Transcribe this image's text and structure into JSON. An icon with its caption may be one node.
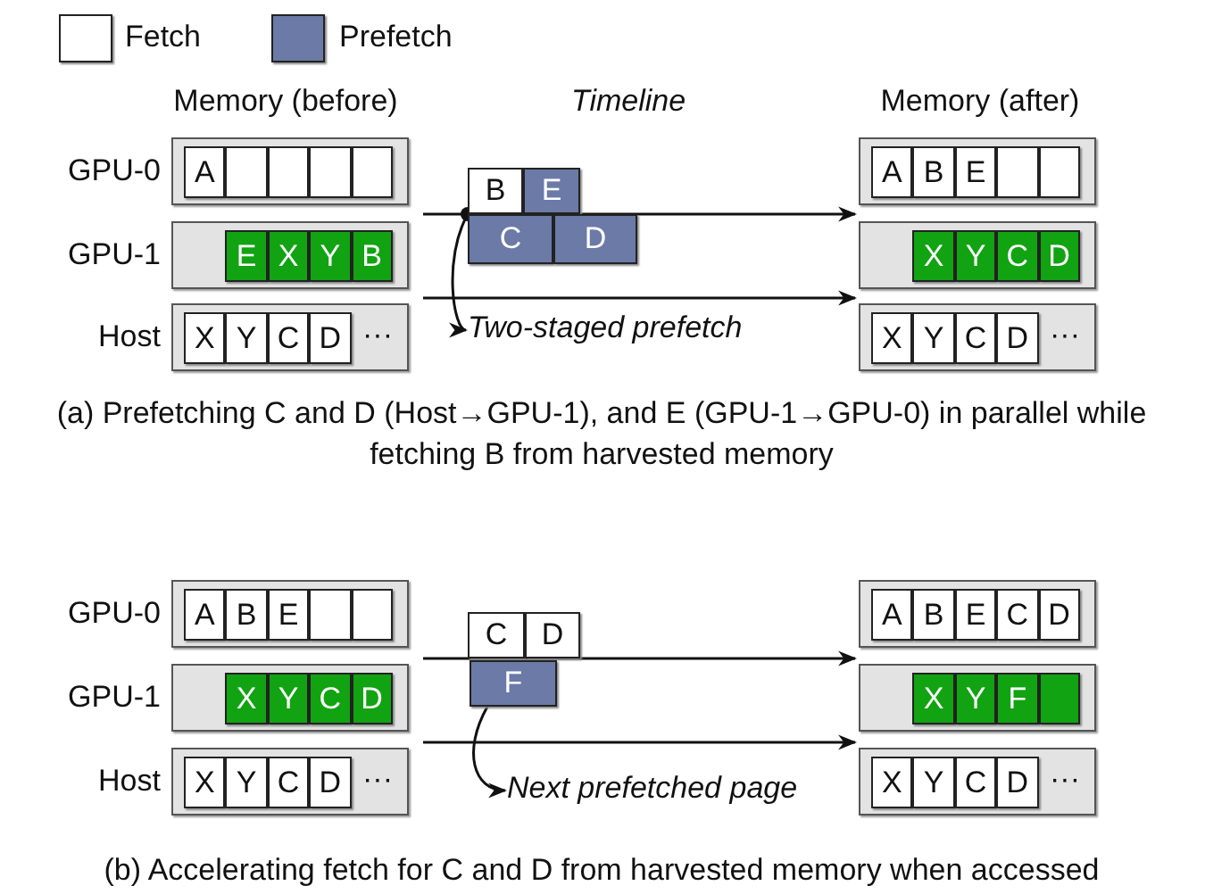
{
  "diagram": {
    "nodes": [
      {
        "text": [],
        "shape": "box",
        "beside": [
          "GPU-0"
        ]
      },
      {
        "text": [
          "A"
        ],
        "in": 0
      },
      {
        "text": [],
        "shape": "box",
        "in": 0
      },
      {
        "text": [],
        "shape": "box",
        "in": 0
      },
      {
        "text": [],
        "shape": "box",
        "in": 0
      },
      {
        "text": [],
        "shape": "box",
        "in": 0
      },
      {
        "text": [],
        "shape": "box",
        "beside": [
          "GPU-1"
        ]
      },
      {
        "text": [
          "E"
        ],
        "in": 6
      },
      {
        "text": [
          "X"
        ],
        "in": 6
      },
      {
        "text": [
          "Y"
        ],
        "in": 6
      },
      {
        "text": [
          "B"
        ],
        "in": 6
      },
      {
        "text": [
          "···"
        ],
        "beside": [
          "Host"
        ]
      },
      {
        "text": [
          "X"
        ],
        "in": 11
      },
      {
        "text": [
          "Y"
        ],
        "in": 11
      },
      {
        "text": [
          "C"
        ],
        "in": 11
      },
      {
        "text": [
          "D"
        ],
        "in": 11
      },
      {
        "text": [
          "B"
        ]
      },
      {
        "text": [
          "E"
        ]
      },
      {
        "text": [
          "C"
        ]
      },
      {
        "text": [
          "D"
        ]
      },
      {
        "text": [
          "Two-staged prefetch"
        ]
      },
      {
        "text": [],
        "shape": "box"
      },
      {
        "text": [
          "A"
        ],
        "in": 21
      },
      {
        "text": [
          "B"
        ],
        "in": 21
      },
      {
        "text": [
          "E"
        ],
        "in": 21
      },
      {
        "text": [],
        "shape": "box",
        "in": 21
      },
      {
        "text": [],
        "shape": "box",
        "in": 21
      },
      {
        "text": [],
        "shape": "box"
      },
      {
        "text": [
          "X"
        ],
        "in": 27
      },
      {
        "text": [
          "Y"
        ],
        "in": 27
      },
      {
        "text": [
          "C"
        ],
        "in": 27
      },
      {
        "text": [
          "D"
        ],
        "in": 27
      },
      {
        "text": [
          "···"
        ]
      },
      {
        "text": [
          "X"
        ],
        "in": 32
      },
      {
        "text": [
          "Y"
        ],
        "in": 32
      },
      {
        "text": [
          "C"
        ],
        "in": 32
      },
      {
        "text": [
          "D"
        ],
        "in": 32
      },
      {
        "text": [],
        "shape": "box",
        "beside": [
          "GPU-0"
        ]
      },
      {
        "text": [
          "A"
        ],
        "in": 37
      },
      {
        "text": [
          "B"
        ],
        "in": 37
      },
      {
        "text": [
          "E"
        ],
        "in": 37
      },
      {
        "text": [],
        "shape": "box",
        "in": 37
      },
      {
        "text": [],
        "shape": "box",
        "in": 37
      },
      {
        "text": [],
        "shape": "box",
        "beside": [
          "GPU-1"
        ]
      },
      {
        "text": [
          "X"
        ],
        "in": 43
      },
      {
        "text": [
          "Y"
        ],
        "in": 43
      },
      {
        "text": [
          "C"
        ],
        "in": 43
      },
      {
        "text": [
          "D"
        ],
        "in": 43
      },
      {
        "text": [
          "···"
        ],
        "beside": [
          "Host"
        ]
      },
      {
        "text": [
          "X"
        ],
        "in": 48
      },
      {
        "text": [
          "Y"
        ],
        "in": 48
      },
      {
        "text": [
          "C"
        ],
        "in": 48
      },
      {
        "text": [
          "D"
        ],
        "in": 48
      },
      {
        "text": [
          "C"
        ]
      },
      {
        "text": [
          "D"
        ]
      },
      {
        "text": [
          "F"
        ]
      },
      {
        "text": [
          "Next prefetched page"
        ]
      },
      {
        "text": [],
        "shape": "box"
      },
      {
        "text": [
          "A"
        ],
        "in": 57
      },
      {
        "text": [
          "B"
        ],
        "in": 57
      },
      {
        "text": [
          "E"
        ],
        "in": 57
      },
      {
        "text": [
          "C"
        ],
        "in": 57
      },
      {
        "text": [
          "D"
        ],
        "in": 57
      },
      {
        "text": [],
        "shape": "box"
      },
      {
        "text": [
          "X"
        ],
        "in": 63
      },
      {
        "text": [
          "Y"
        ],
        "in": 63
      },
      {
        "text": [
          "F"
        ],
        "in": 63
      },
      {
        "text": [],
        "shape": "box",
        "in": 63
      },
      {
        "text": [
          "···"
        ]
      },
      {
        "text": [
          "X"
        ],
        "in": 68
      },
      {
        "text": [
          "Y"
        ],
        "in": 68
      },
      {
        "text": [
          "C"
        ],
        "in": 68
      },
      {
        "text": [
          "D"
        ],
        "in": 68
      }
    ],
    "edges": [
      {
        "from": 16,
        "to": 20,
        "arrow": "to"
      },
      {
        "from": 55,
        "to": 56,
        "arrow": "to"
      }
    ],
    "labels": [
      "Memory (before)",
      "Timeline",
      "Memory (after)",
      "(a) Prefetching C and D (Host→GPU-1), and E (GPU-1→GPU-0) in parallel while fetching B from harvested memory",
      "(b) Accelerating fetch for C and D from harvested memory when accessed"
    ],
    "legend": [
      {
        "text": "Fetch",
        "color": "#ffffff"
      },
      {
        "text": "Prefetch",
        "color": "#6b7aa6"
      }
    ]
  }
}
